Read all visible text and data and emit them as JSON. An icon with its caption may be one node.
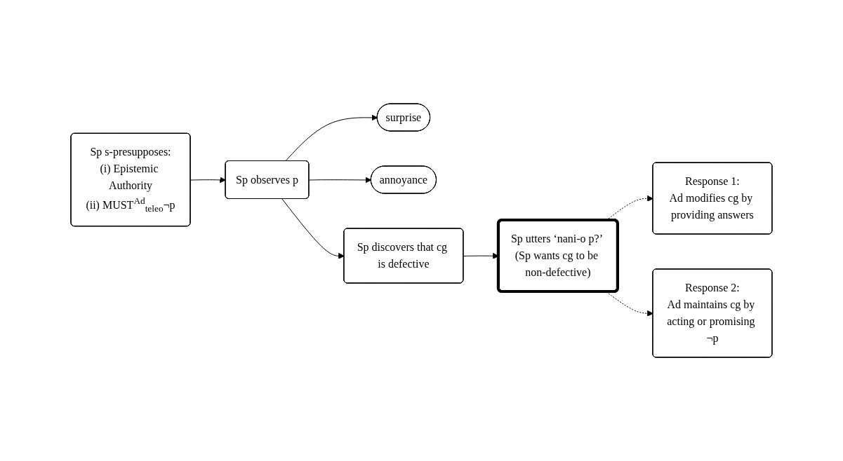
{
  "diagram": {
    "nodes": [
      {
        "text": [
          "Sp s-presupposes:",
          "(i) Epistemic Authority",
          "(ii) MUST$^{Ad}$$_{teleo}$¬p"
        ]
      },
      {
        "text": [
          "surprise"
        ]
      },
      {
        "text": [
          "Sp observes p"
        ]
      },
      {
        "text": [
          "annoyance"
        ]
      },
      {
        "text": [
          "Sp discovers that cg is defective"
        ]
      },
      {
        "text": [
          "Sp utters ‘nani-o p?’ (Sp wants cg to be non-defective)"
        ]
      },
      {
        "text": [
          "Response 1:",
          "Ad modifies cg by providing answers"
        ]
      },
      {
        "text": [
          "Response 2:",
          "Ad maintains cg by acting or promising ¬p"
        ]
      }
    ],
    "edges": [
      {
        "from": 0,
        "to": 2,
        "arrow": "to"
      },
      {
        "from": 2,
        "to": 1,
        "arrow": "to"
      },
      {
        "from": 2,
        "to": 3,
        "arrow": "to"
      },
      {
        "from": 2,
        "to": 4,
        "arrow": "to"
      },
      {
        "from": 4,
        "to": 5,
        "arrow": "to"
      },
      {
        "from": 5,
        "to": 6,
        "arrow": "to",
        "style": "dashed"
      },
      {
        "from": 5,
        "to": 7,
        "arrow": "to",
        "style": "dashed"
      }
    ]
  }
}
